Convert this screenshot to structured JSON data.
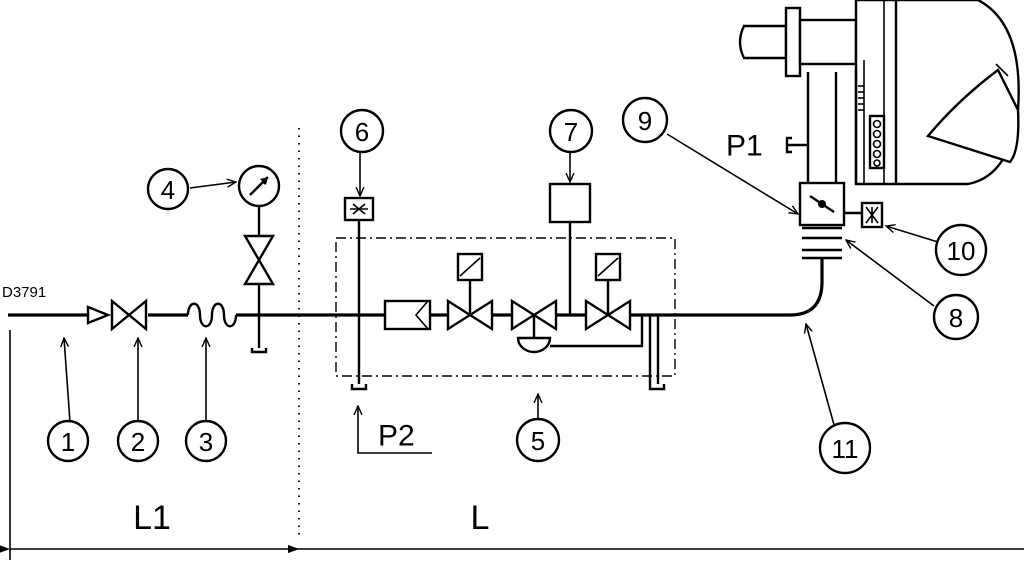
{
  "drawing_code": "D3791",
  "callouts": {
    "c1": "1",
    "c2": "2",
    "c3": "3",
    "c4": "4",
    "c5": "5",
    "c6": "6",
    "c7": "7",
    "c8": "8",
    "c9": "9",
    "c10": "10",
    "c11": "11"
  },
  "labels": {
    "p1": "P1",
    "p2": "P2",
    "l1": "L1",
    "l": "L"
  }
}
